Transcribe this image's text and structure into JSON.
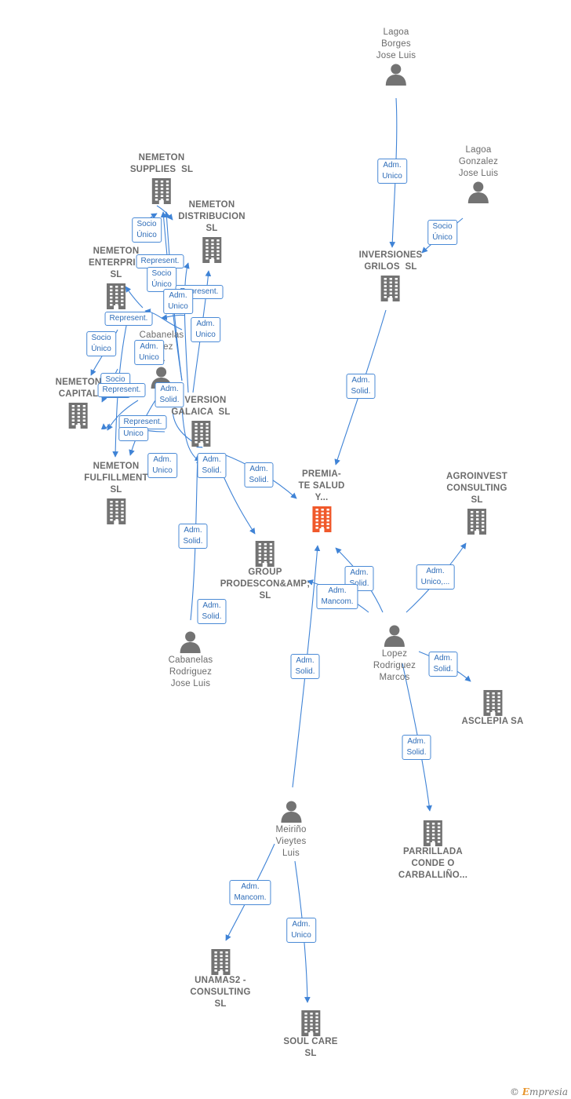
{
  "nodes": [
    {
      "id": "lagoa_borges",
      "type": "person",
      "label": "Lagoa\nBorges\nJose Luis"
    },
    {
      "id": "lagoa_gonzalez",
      "type": "person",
      "label": "Lagoa\nGonzalez\nJose Luis"
    },
    {
      "id": "inversiones_grilos",
      "type": "company",
      "label": "INVERSIONES\nGRILOS  SL"
    },
    {
      "id": "nemeton_supplies",
      "type": "company",
      "label": "NEMETON\nSUPPLIES  SL"
    },
    {
      "id": "nemeton_distribucion",
      "type": "company",
      "label": "NEMETON\nDISTRIBUCION\nSL"
    },
    {
      "id": "nemeton_enterprises",
      "type": "company",
      "label": "NEMETON\nENTERPRI...\nSL"
    },
    {
      "id": "cabanelas_mid",
      "type": "person",
      "label": "Cabanelas\n...uez\n..."
    },
    {
      "id": "nemeton_capital",
      "type": "company",
      "label": "NEMETON\nCAPITAL"
    },
    {
      "id": "inversion_galaica",
      "type": "company",
      "label": "INVERSION\nGALAICA  SL"
    },
    {
      "id": "nemeton_fulfillment",
      "type": "company",
      "label": "NEMETON\nFULFILLMENT\nSL"
    },
    {
      "id": "premiate",
      "type": "main",
      "label": "PREMIA-\nTE SALUD\nY..."
    },
    {
      "id": "agroinvest",
      "type": "company",
      "label": "AGROINVEST\nCONSULTING\nSL"
    },
    {
      "id": "group_prodescon",
      "type": "company",
      "label": "GROUP\nPRODESCON&AMP;\nSL"
    },
    {
      "id": "cabanelas_jose",
      "type": "person",
      "label": "Cabanelas\nRodriguez\nJose Luis"
    },
    {
      "id": "lopez_marcos",
      "type": "person",
      "label": "Lopez\nRodriguez\nMarcos"
    },
    {
      "id": "asclepia",
      "type": "company",
      "label": "ASCLEPIA SA"
    },
    {
      "id": "parrillada",
      "type": "company",
      "label": "PARRILLADA\nCONDE O\nCARBALLIÑO..."
    },
    {
      "id": "meirino",
      "type": "person",
      "label": "Meiriño\nVieytes\nLuis"
    },
    {
      "id": "unamas2",
      "type": "company",
      "label": "UNAMAS2 -\nCONSULTING\nSL"
    },
    {
      "id": "soul_care",
      "type": "company",
      "label": "SOUL CARE\nSL"
    }
  ],
  "relations": [
    {
      "id": "r1",
      "label": "Adm.\nUnico"
    },
    {
      "id": "r2",
      "label": "Socio\nÚnico"
    },
    {
      "id": "r3",
      "label": "Adm.\nSolid."
    },
    {
      "id": "r4",
      "label": "Socio\nÚnico"
    },
    {
      "id": "r5",
      "label": "Represent."
    },
    {
      "id": "r6",
      "label": "Socio\nÚnico"
    },
    {
      "id": "r7",
      "label": "Represent."
    },
    {
      "id": "r8",
      "label": "Adm.\nUnico"
    },
    {
      "id": "r9",
      "label": "Represent."
    },
    {
      "id": "r10",
      "label": "Adm.\nUnico"
    },
    {
      "id": "r11",
      "label": "Socio\nÚnico"
    },
    {
      "id": "r12",
      "label": "Adm.\nUnico"
    },
    {
      "id": "r13",
      "label": "Socio\nÚnico"
    },
    {
      "id": "r14",
      "label": "Represent."
    },
    {
      "id": "r15",
      "label": "Adm.\nSolid."
    },
    {
      "id": "r16",
      "label": "Represent."
    },
    {
      "id": "r17",
      "label": "Unico"
    },
    {
      "id": "r18",
      "label": "Adm.\nUnico"
    },
    {
      "id": "r19",
      "label": "Adm.\nSolid."
    },
    {
      "id": "r20",
      "label": "Adm.\nSolid."
    },
    {
      "id": "r21",
      "label": "Adm.\nSolid."
    },
    {
      "id": "r22",
      "label": "Adm.\nSolid."
    },
    {
      "id": "r23",
      "label": "Adm.\nSolid."
    },
    {
      "id": "r24",
      "label": "Adm.\nSolid."
    },
    {
      "id": "r25",
      "label": "Adm.\nUnico,..."
    },
    {
      "id": "r26",
      "label": "Adm.\nMancom."
    },
    {
      "id": "r27",
      "label": "Adm.\nSolid."
    },
    {
      "id": "r28",
      "label": "Adm.\nSolid."
    },
    {
      "id": "r29",
      "label": "Adm.\nMancom."
    },
    {
      "id": "r30",
      "label": "Adm.\nUnico"
    }
  ],
  "colors": {
    "edge": "#3f83d6",
    "company_icon": "#737373",
    "main_icon": "#f0592b",
    "person_icon": "#737373",
    "label": "#6b6b6b"
  },
  "brand": {
    "symbol": "©",
    "initial": "E",
    "rest": "mpresia"
  }
}
